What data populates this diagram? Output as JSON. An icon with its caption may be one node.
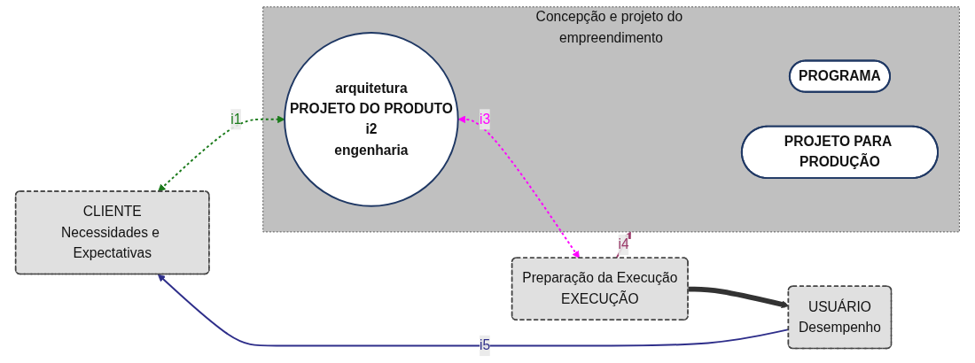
{
  "diagram": {
    "nodes": [
      {
        "text": [
          "CLIENTE",
          "Necessidades e Expectativas"
        ]
      },
      {
        "text": [
          "Concepção e projeto do empreendimento"
        ]
      },
      {
        "text": [
          "PROGRAMA"
        ],
        "in": 1
      },
      {
        "text": [
          "arquitetura",
          "PROJETO DO PRODUTO",
          "i2",
          "engenharia"
        ],
        "in": 1
      },
      {
        "text": [
          "PROJETO PARA PRODUÇÃO"
        ],
        "in": 1
      },
      {
        "text": [
          "Preparação da Execução",
          "EXECUÇÃO"
        ]
      },
      {
        "text": [
          "USUÁRIO",
          "Desempenho"
        ]
      }
    ],
    "edges": [
      {
        "from": 0,
        "to": 3,
        "arrow": "both",
        "label": "i1",
        "style": "dashed",
        "color": "#1a7a1a"
      },
      {
        "from": 3,
        "to": 5,
        "arrow": "both",
        "label": "i3",
        "style": "dashed",
        "color": "#ff00ff"
      },
      {
        "from": 5,
        "to": 6,
        "arrow": "to",
        "style": "thick"
      },
      {
        "from": 5,
        "to": 1,
        "arrow": "to",
        "label": "i4",
        "color": "#9b3a6a"
      },
      {
        "from": 6,
        "to": 0,
        "arrow": "to",
        "label": "i5",
        "color": "#2e2e8a"
      }
    ]
  }
}
